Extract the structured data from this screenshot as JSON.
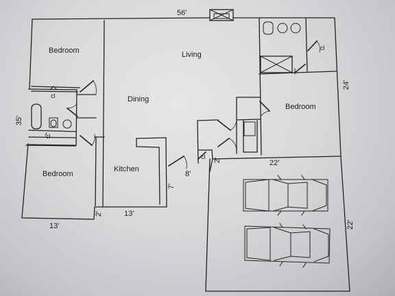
{
  "rooms": {
    "bedroom_nw": "Bedroom",
    "living": "Living",
    "dining": "Dining",
    "bedroom_e": "Bedroom",
    "bedroom_sw": "Bedroom",
    "kitchen": "Kitchen"
  },
  "closets": {
    "hall": "cl",
    "bath": "cl",
    "master": "cl",
    "entry": "cl"
  },
  "dimensions": {
    "top": "56'",
    "left": "35'",
    "right_upper": "24'",
    "garage_top": "22'",
    "right_lower": "22'",
    "bottom_left": "13'",
    "bottom_mid": "13'",
    "step": "2'",
    "kitchen_gap": "7'",
    "entry_gap": "8'",
    "garage_gap": "2'"
  }
}
